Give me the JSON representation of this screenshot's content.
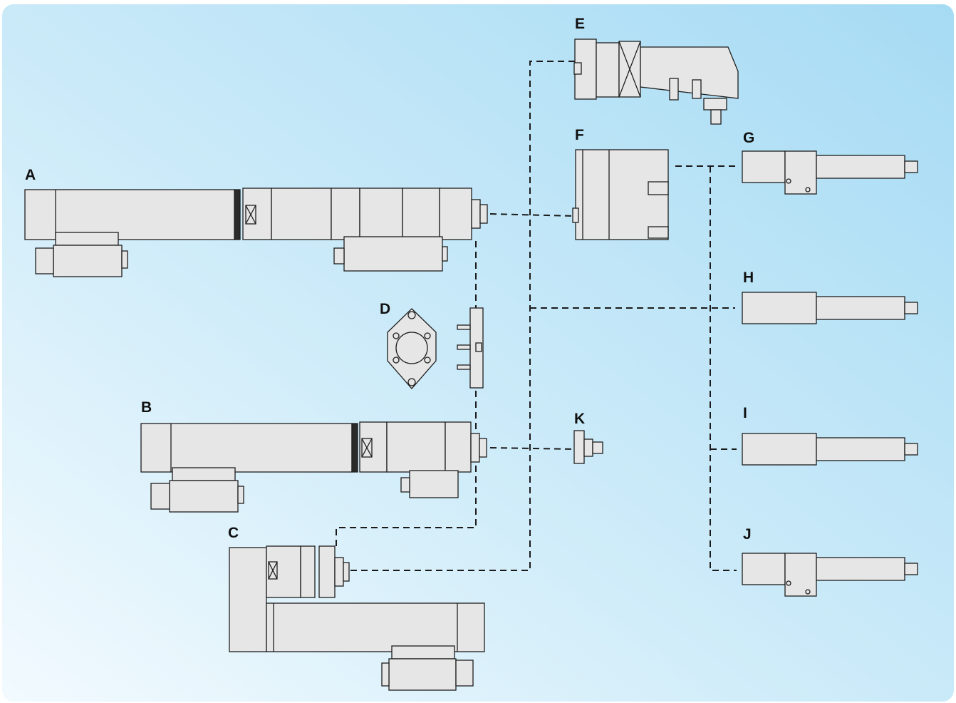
{
  "labels": {
    "A": "A",
    "B": "B",
    "C": "C",
    "D": "D",
    "E": "E",
    "F": "F",
    "G": "G",
    "H": "H",
    "I": "I",
    "J": "J",
    "K": "K"
  },
  "colors": {
    "background_top_right": "#a8dcf4",
    "background_bottom_left": "#eef8fd",
    "part_fill": "#e6e6e6",
    "part_stroke": "#1e1e1e",
    "connector": "#1a1a1a"
  }
}
